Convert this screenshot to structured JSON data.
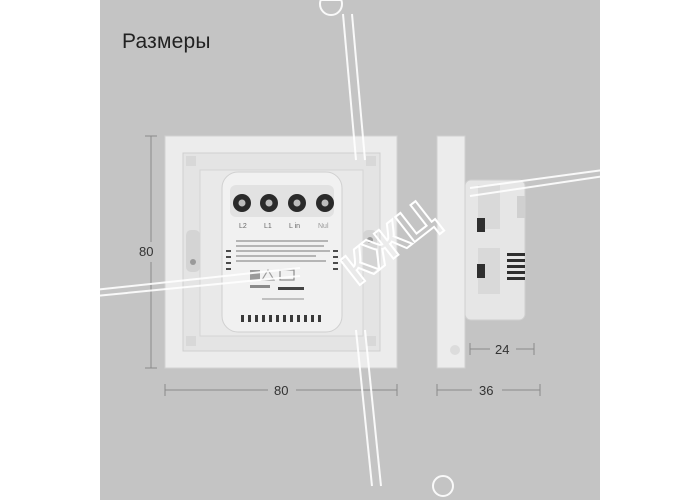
{
  "title": "Размеры",
  "dimensions": {
    "front_height": "80",
    "front_width": "80",
    "side_depth": "36",
    "side_body": "24"
  },
  "terminals": [
    "L2",
    "L1",
    "L in",
    "Nul"
  ],
  "watermark": "КЖЦ",
  "colors": {
    "panel_bg": "#c4c4c4",
    "device": "#ececec",
    "device_shadow": "#d6d6d6",
    "terminal": "#2a2a2a",
    "dimension_line": "#8a8a8a"
  }
}
